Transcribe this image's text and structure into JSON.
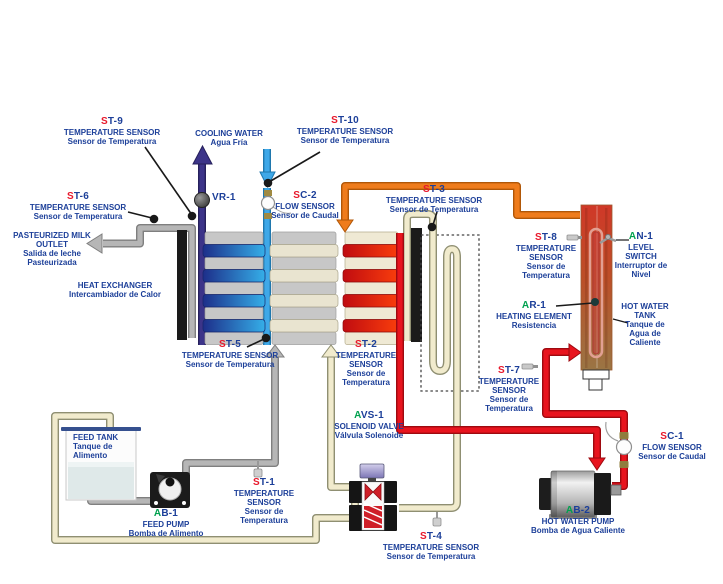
{
  "colors": {
    "label_blue": "#1c3f99",
    "sensor_red": "#e8192c",
    "actuator_green": "#00a14e",
    "cold_water_pipe": "#3fa8e8",
    "cooling_out_pipe": "#3c3489",
    "hot_water_pipe": "#e8141e",
    "heating_loop_pipe": "#ef7c1c",
    "milk_pipe_gray": "#b6b6b6",
    "milk_pipe_cream": "#f1ebcd"
  },
  "labels": {
    "st9": {
      "prefix": "S",
      "code": "T-9",
      "name": "TEMPERATURE SENSOR",
      "name_es": "Sensor de Temperatura"
    },
    "st10": {
      "prefix": "S",
      "code": "T-10",
      "name": "TEMPERATURE SENSOR",
      "name_es": "Sensor de Temperatura"
    },
    "st6": {
      "prefix": "S",
      "code": "T-6",
      "name": "TEMPERATURE SENSOR",
      "name_es": "Sensor de Temperatura"
    },
    "st5": {
      "prefix": "S",
      "code": "T-5",
      "name": "TEMPERATURE SENSOR",
      "name_es": "Sensor de Temperatura"
    },
    "st3": {
      "prefix": "S",
      "code": "T-3",
      "name": "TEMPERATURE SENSOR",
      "name_es": "Sensor de Temperatura"
    },
    "st2": {
      "prefix": "S",
      "code": "T-2",
      "name": "TEMPERATURE SENSOR",
      "name_es": "Sensor de Temperatura"
    },
    "st1": {
      "prefix": "S",
      "code": "T-1",
      "name": "TEMPERATURE SENSOR",
      "name_es": "Sensor de Temperatura"
    },
    "st4": {
      "prefix": "S",
      "code": "T-4",
      "name": "TEMPERATURE SENSOR",
      "name_es": "Sensor de Temperatura"
    },
    "st7": {
      "prefix": "S",
      "code": "T-7",
      "name": "TEMPERATURE SENSOR",
      "name_es": "Sensor de Temperatura"
    },
    "st8": {
      "prefix": "S",
      "code": "T-8",
      "name": "TEMPERATURE SENSOR",
      "name_es": "Sensor de Temperatura"
    },
    "sc2": {
      "prefix": "S",
      "code": "C-2",
      "name": "FLOW SENSOR",
      "name_es": "Sensor de Caudal"
    },
    "sc1": {
      "prefix": "S",
      "code": "C-1",
      "name": "FLOW SENSOR",
      "name_es": "Sensor de Caudal"
    },
    "vr1": {
      "prefix": "",
      "code": "VR-1"
    },
    "an1": {
      "prefix": "A",
      "code": "N-1",
      "name": "LEVEL SWITCH",
      "name_es": "Interruptor de Nivel"
    },
    "ar1": {
      "prefix": "A",
      "code": "R-1",
      "name": "HEATING ELEMENT",
      "name_es": "Resistencia"
    },
    "avs1": {
      "prefix": "A",
      "code": "VS-1",
      "name": "SOLENOID VALVE",
      "name_es": "Válvula Solenoide"
    },
    "ab1": {
      "prefix": "A",
      "code": "B-1",
      "name": "FEED PUMP",
      "name_es": "Bomba de Alimento"
    },
    "ab2": {
      "prefix": "A",
      "code": "B-2",
      "name": "HOT WATER PUMP",
      "name_es": "Bomba de Agua Caliente"
    },
    "cooling_water": {
      "name": "COOLING WATER",
      "name_es": "Agua Fría"
    },
    "milk_outlet": {
      "name": "PASTEURIZED MILK OUTLET",
      "name_es": "Salida de leche Pasteurizada"
    },
    "heat_exchanger": {
      "name": "HEAT EXCHANGER",
      "name_es": "Intercambiador de Calor"
    },
    "feed_tank": {
      "name": "FEED TANK",
      "name_es": "Tanque de Alimento"
    },
    "hot_water_tank": {
      "name": "HOT WATER TANK",
      "name_es": "Tanque de Agua de Caliente"
    }
  }
}
